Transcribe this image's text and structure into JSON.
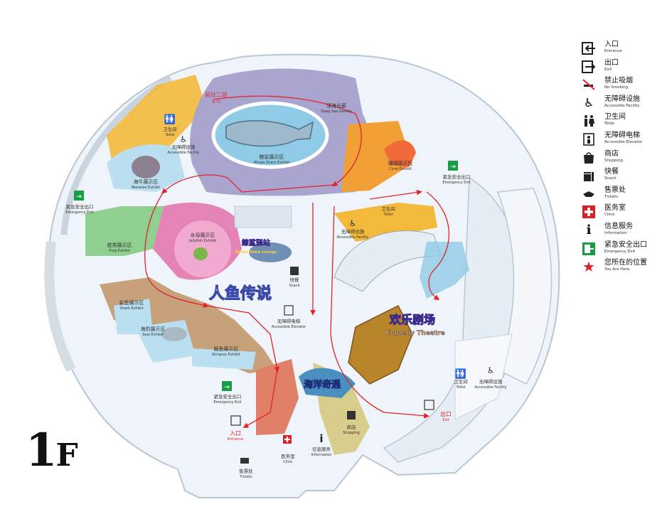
{
  "floor": {
    "number": "1",
    "letter": "F"
  },
  "title_logos": {
    "mermaid_legend": "人鱼传说",
    "comedy_theatre_zh": "欢乐剧场",
    "comedy_theatre_en": "Comedy Theatre",
    "whale_shark_lounge_zh": "鲸鲨驿站",
    "whale_shark_lounge_en": "Whale Shark Lounge",
    "sea_kingdom_zh": "海洋奇遇"
  },
  "areas": {
    "to_f2": {
      "zh": "前往二层",
      "en": "To F2"
    },
    "deep_sea": {
      "zh": "深海长廊",
      "en": "Deep Sea Gallery"
    },
    "whale_shark": {
      "zh": "鲸鲨展示区",
      "en": "Whale Shark Exhibit"
    },
    "coral": {
      "zh": "珊瑚展示区",
      "en": "Coral Exhibit"
    },
    "manatee": {
      "zh": "海牛展示区",
      "en": "Manatee Exhibit"
    },
    "frog": {
      "zh": "蛙类展示区",
      "en": "Frog Exhibit"
    },
    "jellyfish": {
      "zh": "水母展示区",
      "en": "Jellyfish Exhibit"
    },
    "shark": {
      "zh": "鲨鱼展示区",
      "en": "Shark Exhibit"
    },
    "seal": {
      "zh": "海豹展示区",
      "en": "Seal Exhibit"
    },
    "stingray": {
      "zh": "鳐鱼展示区",
      "en": "Stingray Exhibit"
    }
  },
  "map_labels": {
    "toilet_top": {
      "zh": "卫生间",
      "en": "Toilet"
    },
    "accessible_top": {
      "zh": "无障碍设施",
      "en": "Accessible Facility"
    },
    "toilet_mid": {
      "zh": "卫生间",
      "en": "Toilet"
    },
    "accessible_mid": {
      "zh": "无障碍设施",
      "en": "Accessible Facility"
    },
    "toilet_right": {
      "zh": "卫生间",
      "en": "Toilet"
    },
    "accessible_right": {
      "zh": "无障碍设施",
      "en": "Accessible Facility"
    },
    "emergency_left": {
      "zh": "紧急安全出口",
      "en": "Emergency Exit"
    },
    "emergency_top_right": {
      "zh": "紧急安全出口",
      "en": "Emergency Exit"
    },
    "emergency_bottom": {
      "zh": "紧急安全出口",
      "en": "Emergency Exit"
    },
    "snack": {
      "zh": "快餐",
      "en": "Snack"
    },
    "elevator": {
      "zh": "无障碍电梯",
      "en": "Accessible Elevator"
    },
    "entrance": {
      "zh": "入口",
      "en": "Entrance"
    },
    "exit": {
      "zh": "出口",
      "en": "Exit"
    },
    "shopping": {
      "zh": "商店",
      "en": "Shopping"
    },
    "clinic": {
      "zh": "医务室",
      "en": "Clinic"
    },
    "information": {
      "zh": "信息服务",
      "en": "Information"
    },
    "tickets": {
      "zh": "售票处",
      "en": "Tickets"
    }
  },
  "legend": [
    {
      "icon": "entrance-icon",
      "zh": "入口",
      "en": "Entrance"
    },
    {
      "icon": "exit-icon",
      "zh": "出口",
      "en": "Exit"
    },
    {
      "icon": "no-smoking-icon",
      "zh": "禁止吸烟",
      "en": "No Smoking"
    },
    {
      "icon": "accessible-icon",
      "zh": "无障碍设施",
      "en": "Accessible Facility"
    },
    {
      "icon": "toilet-icon",
      "zh": "卫生间",
      "en": "Toilet"
    },
    {
      "icon": "elevator-icon",
      "zh": "无障碍电梯",
      "en": "Accessible Elevator"
    },
    {
      "icon": "shopping-icon",
      "zh": "商店",
      "en": "Shopping"
    },
    {
      "icon": "snack-icon",
      "zh": "快餐",
      "en": "Snack"
    },
    {
      "icon": "tickets-icon",
      "zh": "售票处",
      "en": "Tickets"
    },
    {
      "icon": "clinic-icon",
      "zh": "医务室",
      "en": "Clinic"
    },
    {
      "icon": "information-icon",
      "zh": "信息服务",
      "en": "Information"
    },
    {
      "icon": "emergency-exit-icon",
      "zh": "紧急安全出口",
      "en": "Emergency Exit"
    },
    {
      "icon": "you-are-here-icon",
      "zh": "您所在的位置",
      "en": "You Are Here"
    }
  ],
  "colors": {
    "route": "#e2232a",
    "ocean_blue": "#8fcbe6",
    "lavender": "#a9a5cf",
    "orange": "#f0a035",
    "yellow": "#f3b93a",
    "pink": "#e484b6",
    "green": "#8fcf8f",
    "tan": "#c7a17a",
    "coral_red": "#e08068",
    "khaki": "#d8cd8a",
    "outline": "#b9c6d3",
    "emergency_green": "#1a9b45",
    "clinic_red": "#d6202a"
  }
}
